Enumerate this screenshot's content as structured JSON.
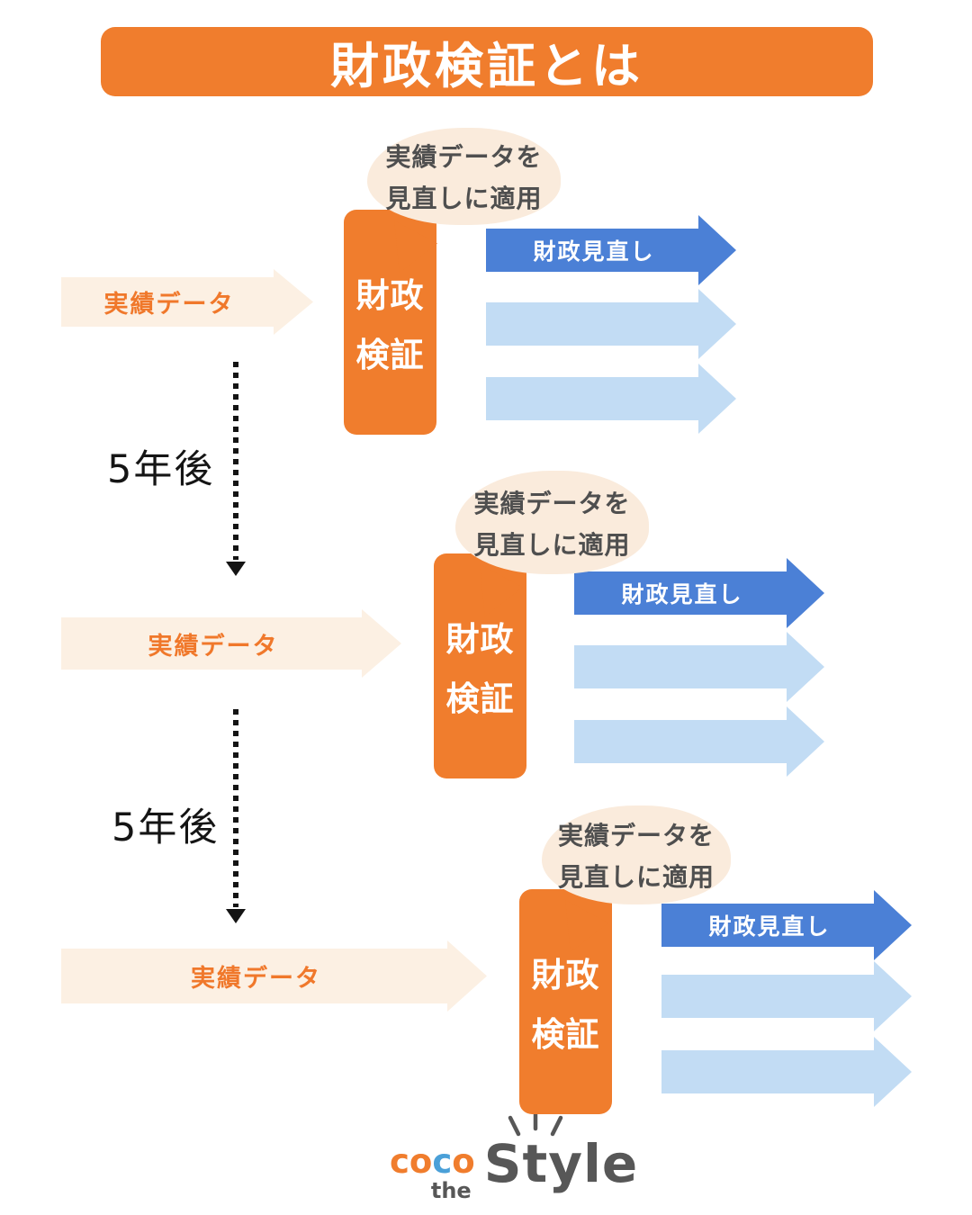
{
  "title": "財政検証とは",
  "blocks": [
    {
      "bubble_line1": "実績データを",
      "bubble_line2": "見直しに適用",
      "box_line1": "財政",
      "box_line2": "検証",
      "input_label": "実績データ",
      "output_label": "財政見直し"
    },
    {
      "bubble_line1": "実績データを",
      "bubble_line2": "見直しに適用",
      "box_line1": "財政",
      "box_line2": "検証",
      "input_label": "実績データ",
      "output_label": "財政見直し"
    },
    {
      "bubble_line1": "実績データを",
      "bubble_line2": "見直しに適用",
      "box_line1": "財政",
      "box_line2": "検証",
      "input_label": "実績データ",
      "output_label": "財政見直し"
    }
  ],
  "intervals": [
    "5年後",
    "5年後"
  ],
  "logo": {
    "coco_seg1": "co",
    "coco_seg2": "c",
    "coco_seg3": "o",
    "the": "the",
    "style": "Style"
  },
  "colors": {
    "orange": "#F07D2D",
    "bubble_cream": "#FAEBDC",
    "arrow_cream": "#FCF0E3",
    "accent_orange_text": "#F0782B",
    "blue": "#4B80D6",
    "light_blue": "#C2DCF4",
    "dark_text": "#4F4F4F",
    "ink": "#141414",
    "logo_gray": "#575757",
    "logo_blue": "#4AA0D8",
    "white": "#FFFFFF"
  }
}
